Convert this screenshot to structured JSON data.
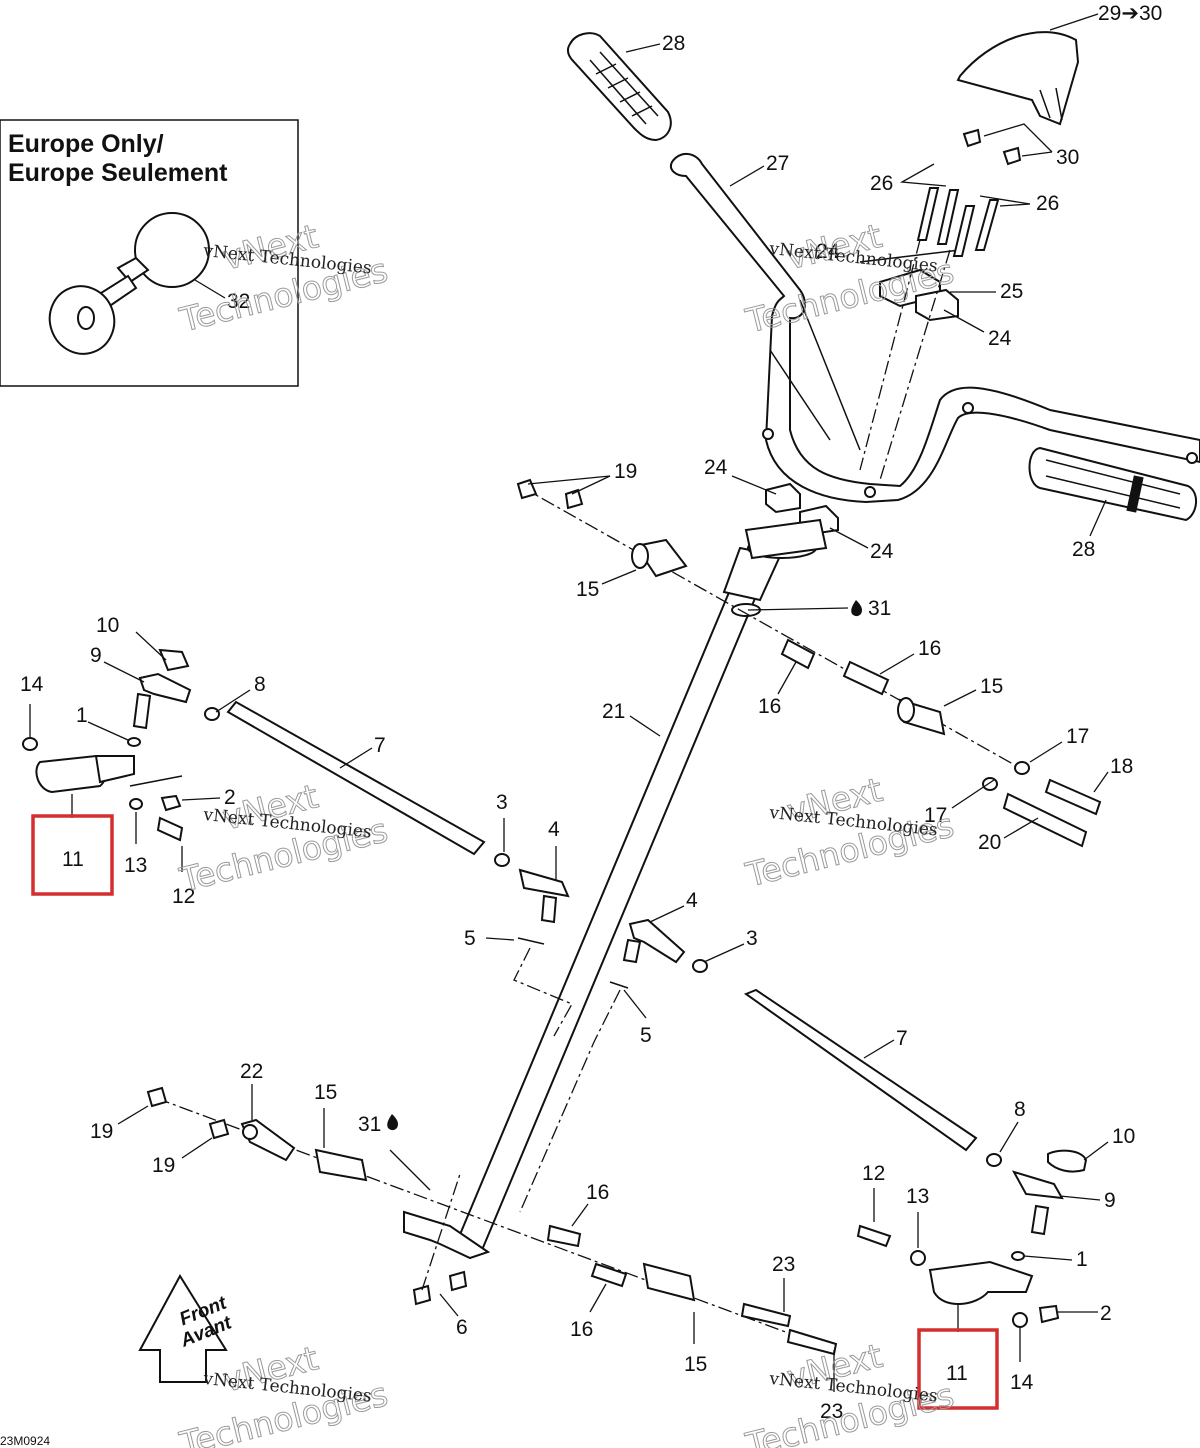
{
  "inset": {
    "title_line1": "Europe Only/",
    "title_line2": "Europe Seulement",
    "horn_label": "32"
  },
  "callouts": {
    "c28_top": "28",
    "c29_30": "29➔30",
    "c30": "30",
    "c27": "27",
    "c26_left": "26",
    "c26_right": "26",
    "c24_a": "24",
    "c25": "25",
    "c24_b": "24",
    "c19_top": "19",
    "c24_c": "24",
    "c24_d": "24",
    "c28_right": "28",
    "c15_top": "15",
    "c31_top": "31",
    "c16_a": "16",
    "c15_right": "15",
    "c16_b": "16",
    "c21": "21",
    "c17_a": "17",
    "c18": "18",
    "c17_b": "17",
    "c20": "20",
    "c10_left": "10",
    "c9_left": "9",
    "c8_left": "8",
    "c14_left": "14",
    "c1_left": "1",
    "c7_left": "7",
    "c2_left": "2",
    "c3_left": "3",
    "c4_left": "4",
    "c11_left": "11",
    "c13_left": "13",
    "c12_left": "12",
    "c5_left": "5",
    "c4_right": "4",
    "c3_right": "3",
    "c5_right": "5",
    "c7_right": "7",
    "c22": "22",
    "c15_bl": "15",
    "c31_bottom": "31",
    "c19_bl_a": "19",
    "c19_bl_b": "19",
    "c8_right": "8",
    "c10_right": "10",
    "c12_right": "12",
    "c13_right": "13",
    "c9_right": "9",
    "c16_c": "16",
    "c1_right": "1",
    "c23_a": "23",
    "c2_right": "2",
    "c6": "6",
    "c16_d": "16",
    "c15_bm": "15",
    "c11_right": "11",
    "c14_right": "14",
    "c23_b": "23"
  },
  "front_arrow": {
    "line1": "Front",
    "line2": "Avant"
  },
  "watermark": {
    "small": "vNext Technologies",
    "big1": "vNext",
    "big2": "Technologies"
  },
  "diagram_code": "23M0924",
  "highlight_color": "#d32f2f"
}
